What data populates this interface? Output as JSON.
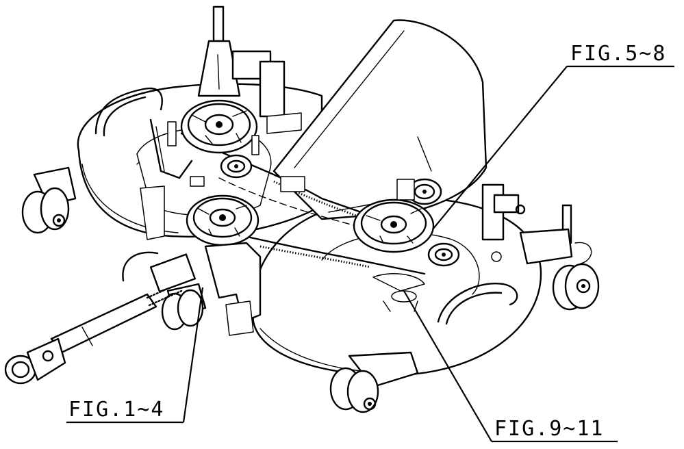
{
  "diagram": {
    "callouts": {
      "fig_5_8": "FIG.5~8",
      "fig_1_4": "FIG.1~4",
      "fig_9_11": "FIG.9~11"
    }
  }
}
